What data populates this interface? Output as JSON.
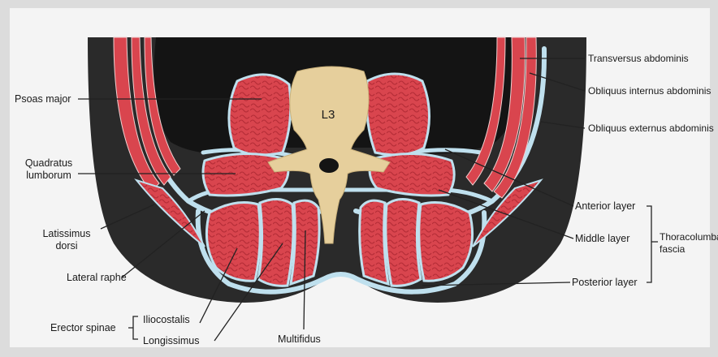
{
  "vertebra_label": "L3",
  "labels_left": {
    "psoas_major": "Psoas major",
    "quadratus_line1": "Quadratus",
    "quadratus_line2": "lumborum",
    "latissimus_line1": "Latissimus",
    "latissimus_line2": "dorsi",
    "lateral_raphe": "Lateral raphe"
  },
  "labels_bottom": {
    "erector_spinae": "Erector spinae",
    "iliocostalis": "Iliocostalis",
    "longissimus": "Longissimus",
    "multifidus": "Multifidus"
  },
  "labels_right": {
    "transversus": "Transversus abdominis",
    "obliquus_internus": "Obliquus internus abdominis",
    "obliquus_externus": "Obliquus externus abdominis",
    "anterior_layer": "Anterior layer",
    "middle_layer": "Middle layer",
    "posterior_layer": "Posterior layer",
    "thoracolumbar_line1": "Thoracolumbar",
    "thoracolumbar_line2": "fascia"
  },
  "colors": {
    "background": "#dcdcdc",
    "page": "#f4f4f4",
    "body_dark": "#2a2a2a",
    "cavity": "#141414",
    "muscle": "#d9454e",
    "muscle_texture": "#b52d37",
    "fascia": "#bfe0ee",
    "bone": "#e6cf9c",
    "leader": "#222222"
  }
}
